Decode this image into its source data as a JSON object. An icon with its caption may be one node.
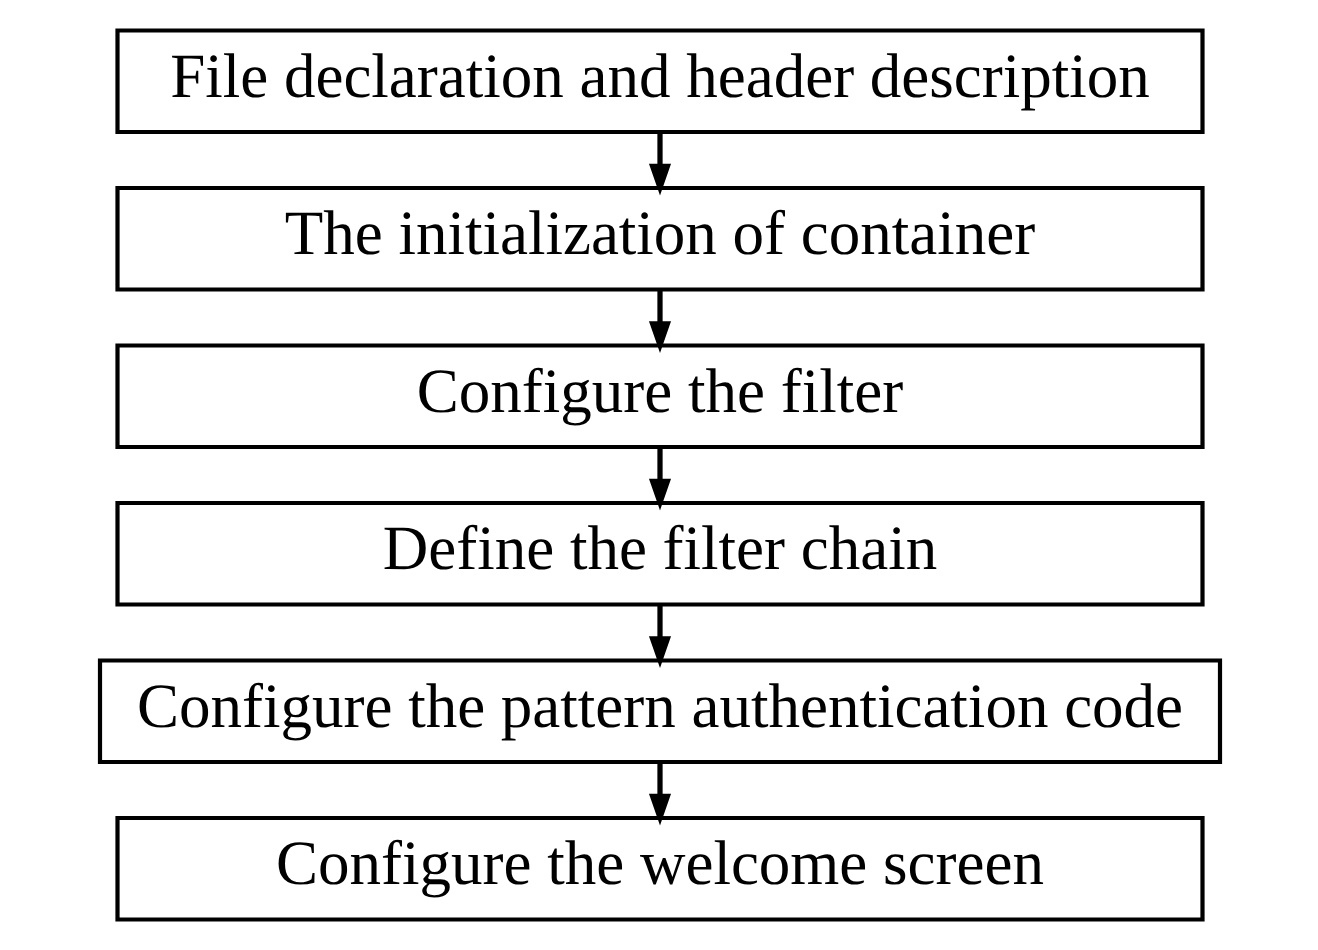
{
  "diagram": {
    "nodes": [
      {
        "text": [
          "File declaration and header description"
        ]
      },
      {
        "text": [
          "The initialization of container"
        ]
      },
      {
        "text": [
          "Configure the filter"
        ]
      },
      {
        "text": [
          "Define the filter chain"
        ]
      },
      {
        "text": [
          "Configure the pattern authentication code"
        ]
      },
      {
        "text": [
          "Configure the welcome screen"
        ]
      }
    ],
    "edges": [
      {
        "from": 0,
        "to": 1,
        "arrow": "to"
      },
      {
        "from": 1,
        "to": 2,
        "arrow": "to"
      },
      {
        "from": 2,
        "to": 3,
        "arrow": "to"
      },
      {
        "from": 3,
        "to": 4,
        "arrow": "to"
      },
      {
        "from": 4,
        "to": 5,
        "arrow": "to"
      }
    ]
  }
}
